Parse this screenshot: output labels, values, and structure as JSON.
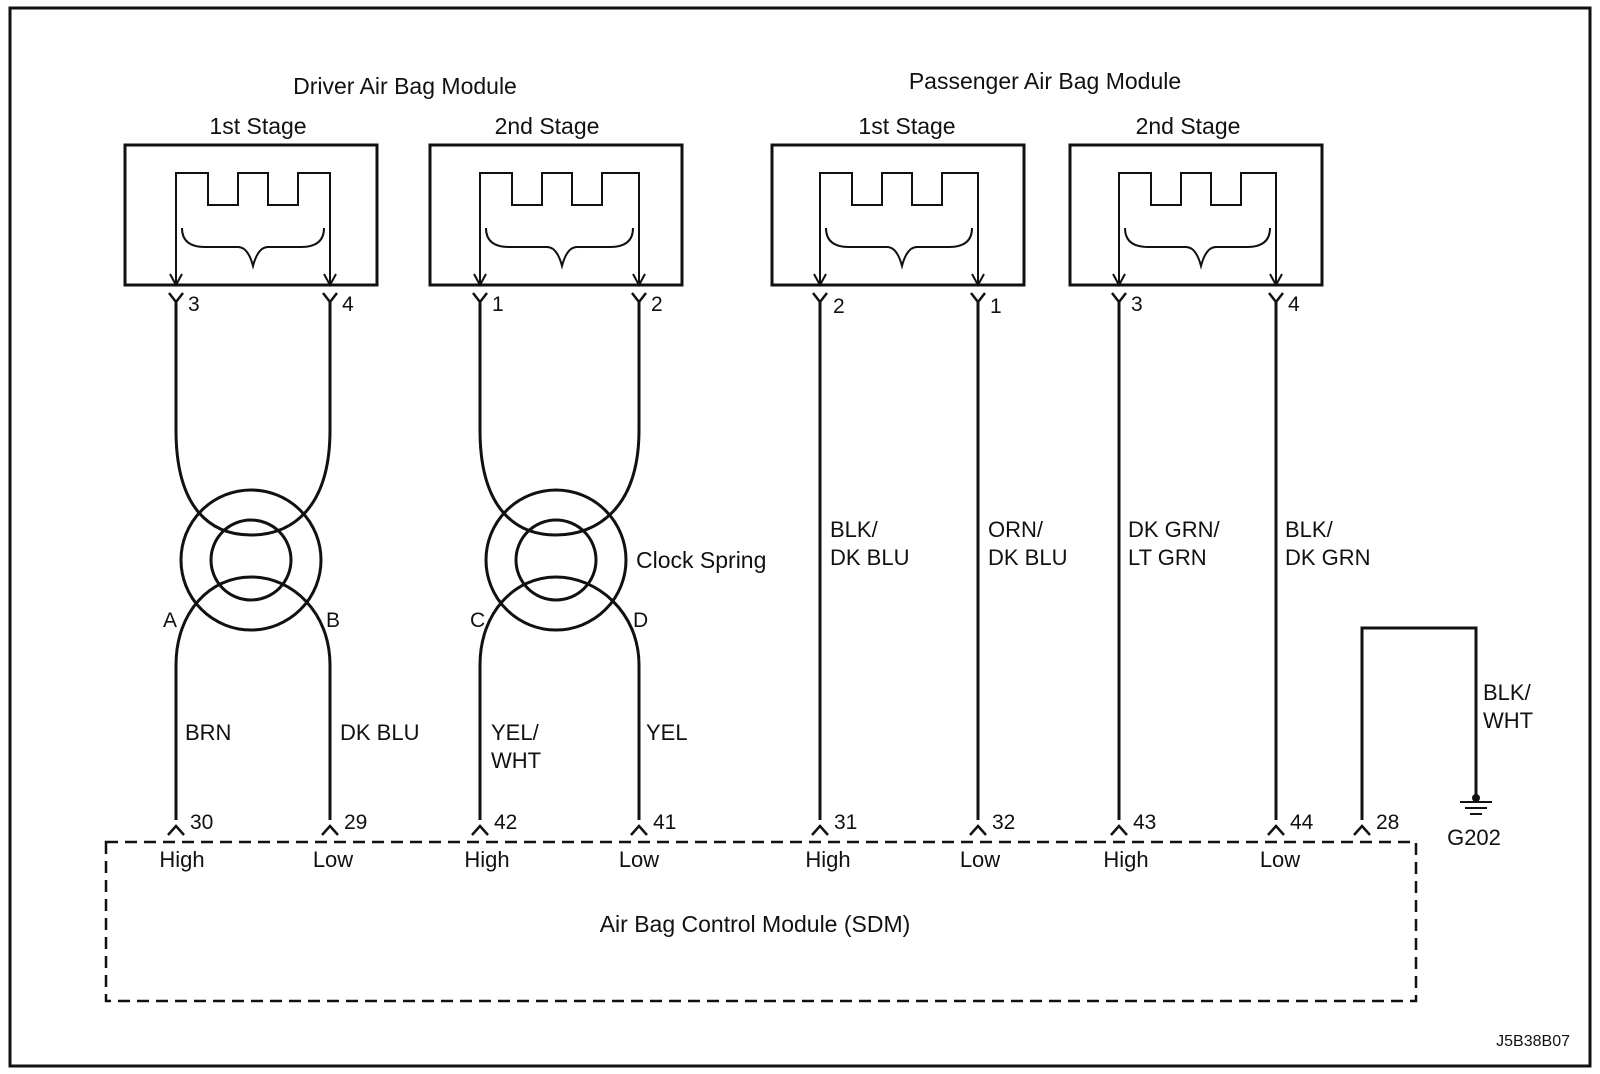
{
  "modules": {
    "driver_title": "Driver Air Bag Module",
    "passenger_title": "Passenger Air Bag Module",
    "driver_stage1": "1st Stage",
    "driver_stage2": "2nd Stage",
    "passenger_stage1": "1st Stage",
    "passenger_stage2": "2nd Stage"
  },
  "top_pins": [
    "3",
    "4",
    "1",
    "2",
    "2",
    "1",
    "3",
    "4"
  ],
  "clock_spring": {
    "label": "Clock Spring",
    "terminals": [
      "A",
      "B",
      "C",
      "D"
    ]
  },
  "wire_colors": {
    "driver_high_1": "BRN",
    "driver_low_1": "DK BLU",
    "driver_high_2": [
      "YEL/",
      "WHT"
    ],
    "driver_low_2": "YEL",
    "passenger_high_1": [
      "BLK/",
      "DK BLU"
    ],
    "passenger_low_1": [
      "ORN/",
      "DK BLU"
    ],
    "passenger_high_2": [
      "DK GRN/",
      "LT GRN"
    ],
    "passenger_low_2": [
      "BLK/",
      "DK GRN"
    ],
    "ground": [
      "BLK/",
      "WHT"
    ]
  },
  "sdm": {
    "pins": [
      "30",
      "29",
      "42",
      "41",
      "31",
      "32",
      "43",
      "44",
      "28"
    ],
    "roles": [
      "High",
      "Low",
      "High",
      "Low",
      "High",
      "Low",
      "High",
      "Low"
    ],
    "label": "Air Bag Control Module (SDM)"
  },
  "ground": {
    "label": "G202"
  },
  "figure_id": "J5B38B07"
}
